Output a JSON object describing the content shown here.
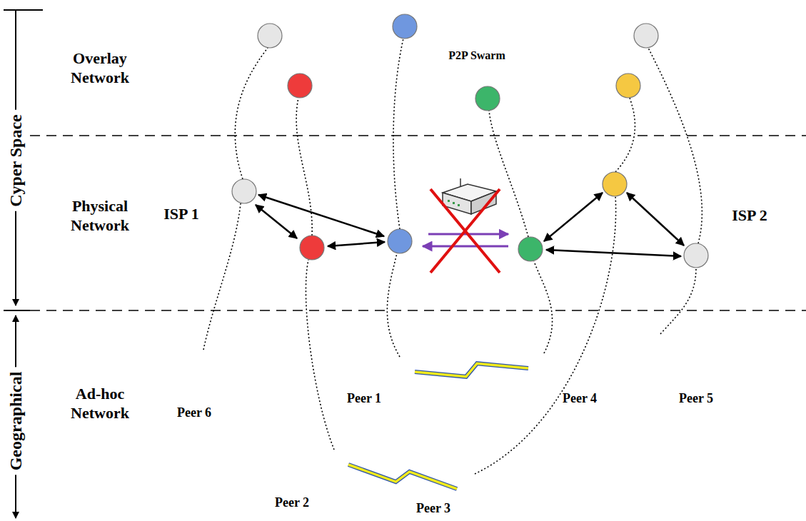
{
  "diagram": {
    "nodes": [
      {
        "text": [
          "P2P Swarm"
        ]
      },
      {
        "text": [
          "ISP 1"
        ]
      },
      {
        "text": [
          "ISP 2"
        ]
      },
      {
        "text": [
          "Peer 6"
        ]
      },
      {
        "text": [
          "Peer 1"
        ]
      },
      {
        "text": [
          "Peer 4"
        ]
      },
      {
        "text": [
          "Peer 5"
        ]
      },
      {
        "text": [
          "Peer 2"
        ]
      },
      {
        "text": [
          "Peer 3"
        ]
      }
    ],
    "edges": [
      {
        "from": 4,
        "to": 5,
        "arrow": "none"
      },
      {
        "from": 7,
        "to": 8,
        "arrow": "none"
      }
    ],
    "labels": [
      "Cyper Space",
      "Overlay Network",
      "Physical Network",
      "Geographical",
      "Ad-hoc Network"
    ]
  }
}
